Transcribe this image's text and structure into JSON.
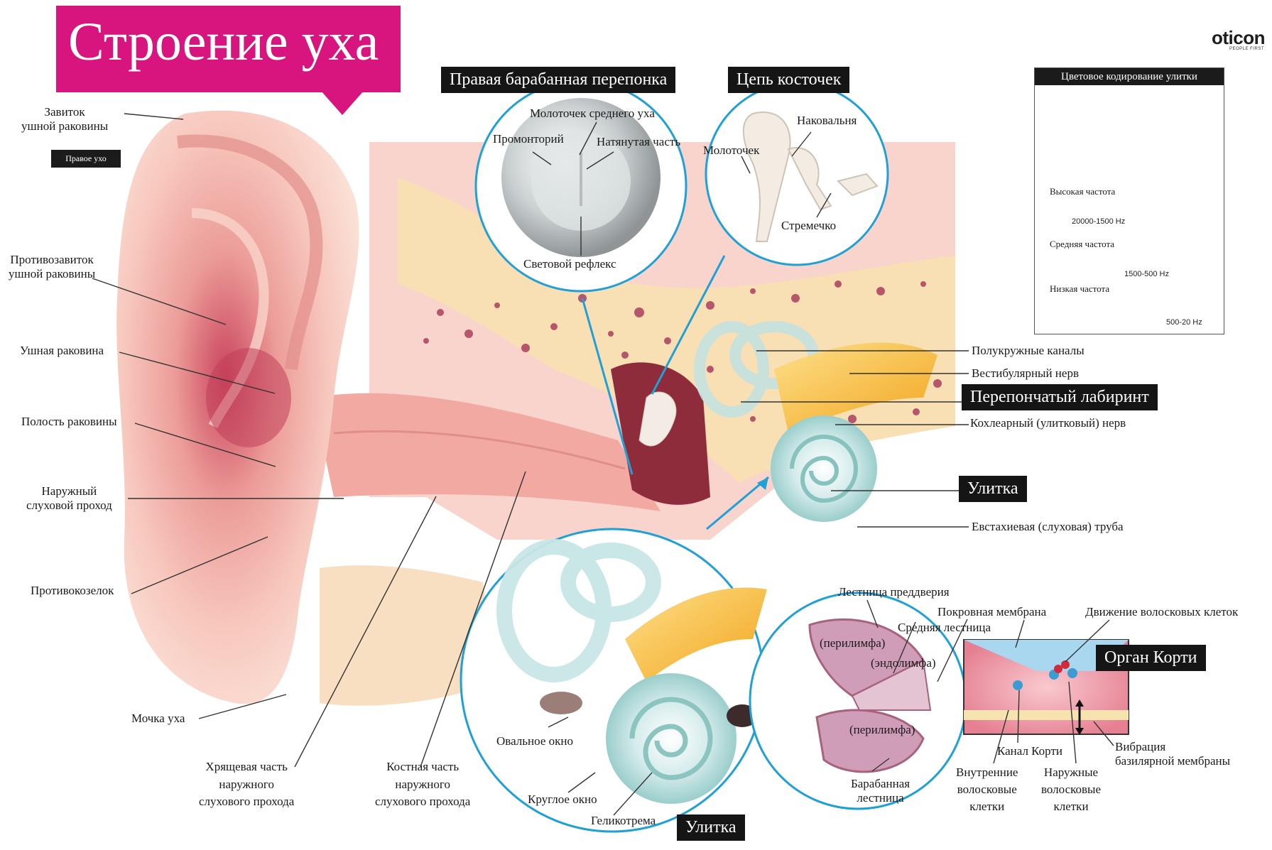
{
  "title": "Строение уха",
  "badge": "Правое ухо",
  "logo": {
    "name": "oticon",
    "tagline": "PEOPLE FIRST"
  },
  "sections": {
    "eardrum": "Правая барабанная перепонка",
    "ossicles": "Цепь косточек",
    "labyrinth": "Перепончатый лабиринт",
    "cochlea_main": "Улитка",
    "cochlea_zoom": "Улитка",
    "corti": "Орган Корти"
  },
  "legend": {
    "title": "Цветовое кодирование улитки",
    "rows": [
      {
        "label": "Высокая частота",
        "range": "20000-1500 Hz"
      },
      {
        "label": "Средняя частота",
        "range": "1500-500 Hz"
      },
      {
        "label": "Низкая частота",
        "range": "500-20 Hz"
      }
    ]
  },
  "labels": {
    "helix": "Завиток\nушной раковины",
    "antihelix": "Противозавиток\nушной раковины",
    "auricle": "Ушная раковина",
    "concha": "Полость раковины",
    "ext_canal": "Наружный\nслуховой проход",
    "antitragus": "Противокозелок",
    "lobe": "Мочка уха",
    "cartilage": "Хрящевая часть\nнаружного\nслухового прохода",
    "bony": "Костная часть\nнаружного\nслухового прохода",
    "malleus_mid": "Молоточек среднего уха",
    "promontory": "Промонторий",
    "pars_tensa": "Натянутая часть",
    "light_reflex": "Световой рефлекс",
    "incus": "Наковальня",
    "malleus": "Молоточек",
    "stapes": "Стремечко",
    "semicircular": "Полукружные каналы",
    "vestibular": "Вестибулярный нерв",
    "cochlear_nerve": "Кохлеарный (улитковый) нерв",
    "eustachian": "Евстахиевая (слуховая) труба",
    "oval": "Овальное окно",
    "round": "Круглое окно",
    "helicotrema": "Геликотрема",
    "scala_vest": "Лестница преддверия",
    "perilymph1": "(перилимфа)",
    "scala_media": "Средняя лестница",
    "endolymph": "(эндолимфа)",
    "perilymph2": "(перилимфа)",
    "scala_tymp": "Барабанная\nлестница",
    "tectorial": "Покровная мембрана",
    "hair_motion": "Движение волосковых клеток",
    "tunnel": "Канал Корти",
    "inner_hair": "Внутренние\nволосковые\nклетки",
    "outer_hair": "Наружные\nволосковые\nклетки",
    "basilar": "Вибрация\nбазилярной мембраны"
  },
  "colors": {
    "title_bg": "#d8147e",
    "callout": "#1fa0d6",
    "skin": "#f2b2a8",
    "bone": "#f6d9a3",
    "nerve": "#f5b330",
    "label_bg": "#151515"
  }
}
